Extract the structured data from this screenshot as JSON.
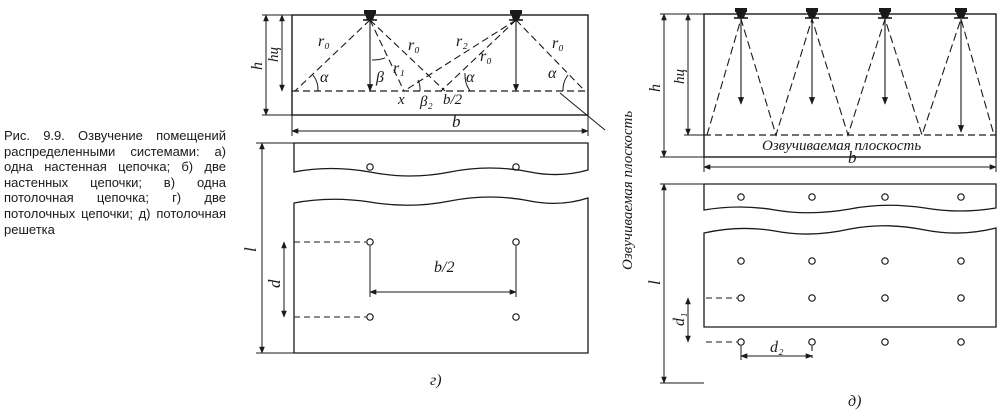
{
  "caption": {
    "title": "Рис. 9.9. Озвучение помещений распределенными системами:",
    "items": [
      "а) одна настенная цепочка;",
      "б) две настенных цепочки;",
      "в) одна потолочная цепочка;",
      "г) две потолочных цепочки;",
      "д) потолочная решетка"
    ]
  },
  "figure_g": {
    "panel_label": "г)",
    "dims": {
      "h": "h",
      "h_c": "hц",
      "b": "b",
      "l": "l",
      "d": "d",
      "b_half": "b/2"
    },
    "ray_labels": [
      "r₀",
      "r₀",
      "r₁",
      "r₂",
      "r₀",
      "r₀"
    ],
    "angle_labels": [
      "α",
      "β",
      "β₂",
      "α",
      "α"
    ],
    "point_labels": [
      "x",
      "b/2"
    ],
    "plane_label": "Озвучиваемая плоскость"
  },
  "figure_d": {
    "panel_label": "д)",
    "dims": {
      "h": "h",
      "h_c": "hц",
      "b": "b",
      "l": "l",
      "d1": "d₁",
      "d2": "d₂"
    },
    "plane_label": "Озвучиваемая плоскость"
  }
}
